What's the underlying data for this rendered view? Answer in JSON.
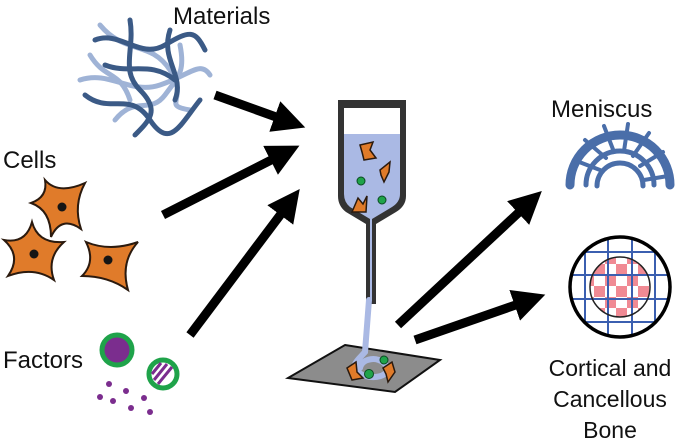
{
  "labels": {
    "materials": "Materials",
    "cells": "Cells",
    "factors": "Factors",
    "meniscus": "Meniscus",
    "bone_line1": "Cortical and",
    "bone_line2": "Cancellous",
    "bone_line3": "Bone"
  },
  "colors": {
    "fiber_dark": "#3b5a86",
    "fiber_light": "#9fb3d6",
    "cell_fill": "#e07b2a",
    "cell_outline": "#2b1a0e",
    "nucleus": "#151515",
    "arrow": "#000000",
    "bioink": "#aab9e4",
    "syringe_frame": "#333333",
    "bead_green": "#1fa34a",
    "factor_purple": "#7b2d8e",
    "stage_gray": "#8c8c8c",
    "meniscus_blue": "#4a6ea9",
    "bone_red": "#f08a94",
    "bone_grid": "#3b5fb0"
  }
}
